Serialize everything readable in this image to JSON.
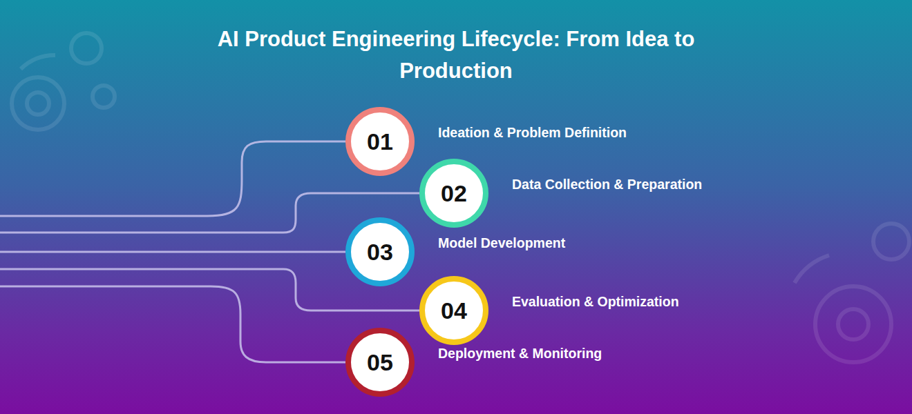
{
  "diagram": {
    "title": "AI Product Engineering Lifecycle: From Idea to Production",
    "nodes": [
      {
        "text": [
          "01",
          "Ideation & Problem Definition"
        ]
      },
      {
        "text": [
          "02",
          "Data Collection & Preparation"
        ]
      },
      {
        "text": [
          "03",
          "Model Development"
        ]
      },
      {
        "text": [
          "04",
          "Evaluation & Optimization"
        ]
      },
      {
        "text": [
          "05",
          "Deployment & Monitoring"
        ]
      }
    ]
  }
}
